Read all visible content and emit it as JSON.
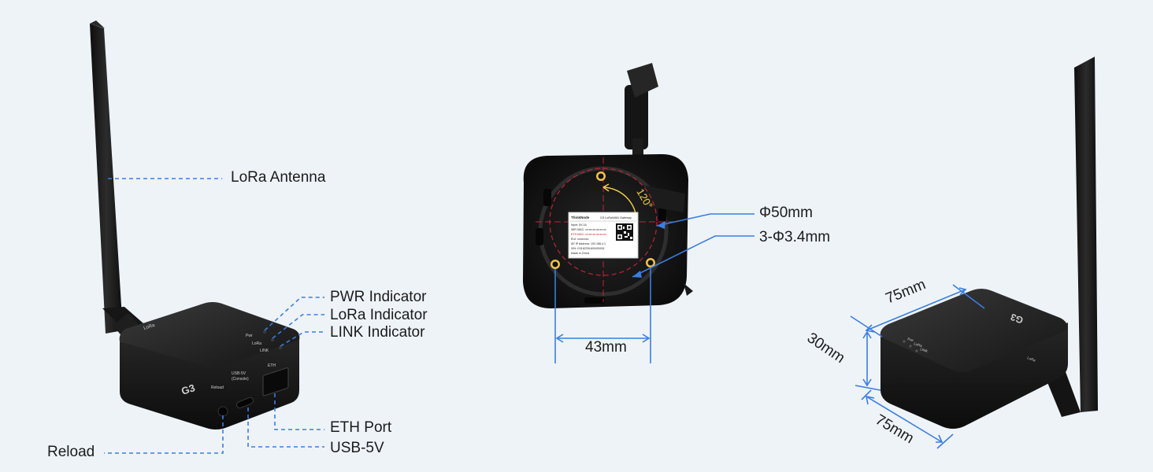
{
  "left_device": {
    "model": "G3",
    "callouts": {
      "antenna": "LoRa Antenna",
      "pwr": "PWR Indicator",
      "lora": "LoRa Indicator",
      "link": "LINK Indicator",
      "eth": "ETH Port",
      "usb": "USB-5V",
      "reload": "Reload"
    },
    "printed": {
      "top_lora": "LoRa",
      "pwr": "Pwr",
      "lora": "LoRa",
      "link": "LINK",
      "reload": "Reload",
      "usb_line1": "USB-5V",
      "usb_line2": "(Console)",
      "eth": "ETH"
    }
  },
  "middle_device": {
    "angle": "120°",
    "hole_circle": "Φ50mm",
    "holes": "3-Φ3.4mm",
    "spacing": "43mm",
    "sticker": {
      "brand": "ThinkNode",
      "product": "G3 LoRaWAN Gateway",
      "input": "Input: 5V-1A",
      "wifi_mac": "WiFi MAC: xx:xx:xx:xx:xx:xx",
      "eth_mac": "ETH MAC: xx:xx:xx:xx:xx:xx",
      "eui": "EUI: xxxxxxxx",
      "ap_ip": "AP IP Address: 192.168.4.1",
      "sn": "S/N: G3182251600430001",
      "origin": "Made in China"
    }
  },
  "right_device": {
    "width": "75mm",
    "height": "30mm",
    "depth": "75mm",
    "model": "G3",
    "led_labels": [
      "Pwr",
      "LoRa",
      "LINK"
    ],
    "top_lora": "LoRa"
  }
}
